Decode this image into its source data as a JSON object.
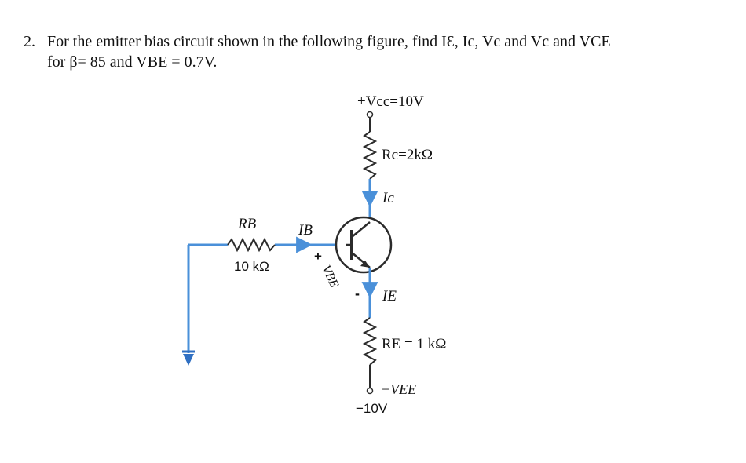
{
  "question": {
    "number": "2.",
    "line1": "For the emitter bias circuit shown in the following figure, find IƐ, Ic, Vc and Vc and VCE",
    "line2": "for β= 85 and VBE = 0.7V."
  },
  "circuit": {
    "vcc_label": "+Vcc=10V",
    "rc_label": "Rc=2kΩ",
    "ic_label": "Ic",
    "rb_label": "RB",
    "rb_value": "10 kΩ",
    "ib_label": "IB",
    "vbe_plus": "+",
    "vbe_label": "VBE",
    "vbe_minus": "-",
    "ie_label": "IE",
    "re_label": "RE = 1 kΩ",
    "vee_label": "−VEE",
    "vee_value": "−10V",
    "wire_color": "#4a90d9",
    "component_color": "#2b2b2b",
    "ground_color": "#2f6fc2"
  }
}
